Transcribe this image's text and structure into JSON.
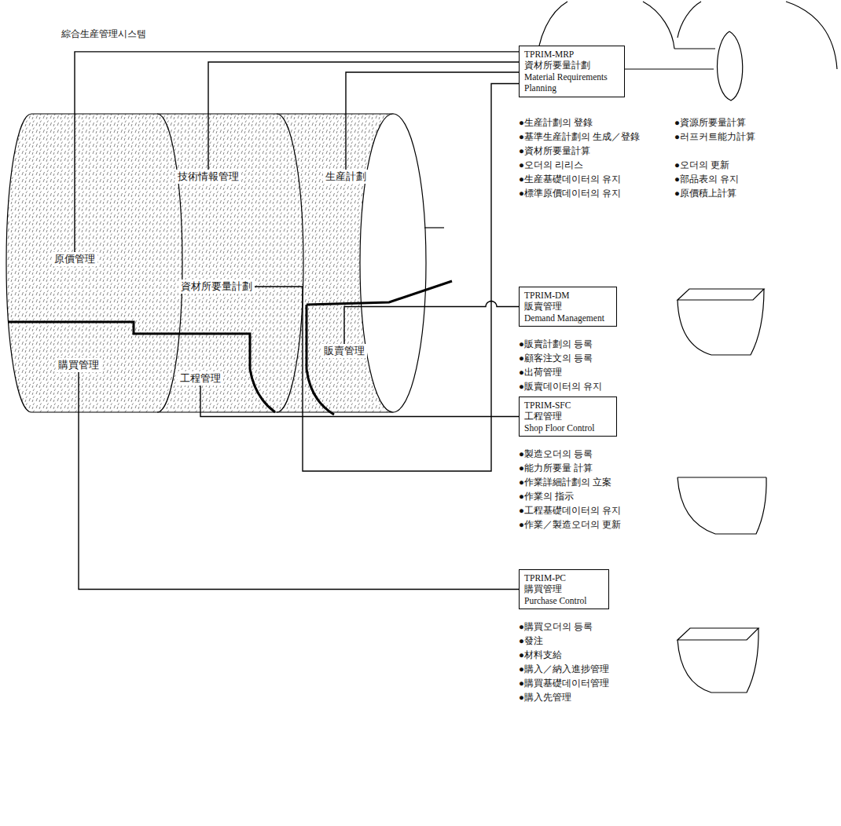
{
  "diagram": {
    "title": "綜合生産管理시스템",
    "nodes": [
      {
        "text": [
          "原價管理"
        ]
      },
      {
        "text": [
          "技術情報管理"
        ]
      },
      {
        "text": [
          "生産計劃"
        ]
      },
      {
        "text": [
          "資材所要量計劃"
        ]
      },
      {
        "text": [
          "販賣管理"
        ]
      },
      {
        "text": [
          "購買管理"
        ]
      },
      {
        "text": [
          "工程管理"
        ]
      },
      {
        "text": [
          "TPRIM-MRP",
          "資材所要量計劃",
          "Material Requirements Planning"
        ]
      },
      {
        "text": [
          "TPRIM-DM",
          "販賣管理",
          "Demand Management"
        ]
      },
      {
        "text": [
          "TPRIM-SFC",
          "工程管理",
          "Shop Floor Control"
        ]
      },
      {
        "text": [
          "TPRIM-PC",
          "購買管理",
          "Purchase Control"
        ]
      }
    ],
    "edges": [
      {
        "from": 0,
        "to": 7,
        "arrow": "none"
      },
      {
        "from": 1,
        "to": 7,
        "arrow": "none"
      },
      {
        "from": 2,
        "to": 7,
        "arrow": "none"
      },
      {
        "from": 3,
        "to": 7,
        "arrow": "none"
      },
      {
        "from": 4,
        "to": 8,
        "arrow": "none"
      },
      {
        "from": 6,
        "to": 9,
        "arrow": "none"
      },
      {
        "from": 5,
        "to": 10,
        "arrow": "none"
      }
    ],
    "labels": [
      "●生産計劃의 登錄",
      "●基準生産計劃의 生成／登錄",
      "●資材所要量計算",
      "●오더의 리리스",
      "●生産基礎데이터의 유지",
      "●標準原價데이터의 유지",
      "●資源所要量計算",
      "●러프커트能力計算",
      "●오더의 更新",
      "●部品表의 유지",
      "●原價積上計算",
      "●販賣計劃의 등록",
      "●顧客注文의 등록",
      "●出荷管理",
      "●販賣데이터의 유지",
      "●製造오더의 등록",
      "●能力所要量 計算",
      "●作業詳細計劃의 立案",
      "●作業의 指示",
      "●工程基礎데이터의 유지",
      "●作業／製造오더의 更新",
      "●購買오더의 등록",
      "●發注",
      "●材料支給",
      "●購入／納入進捗管理",
      "●購買基礎데이터管理",
      "●購入先管理"
    ]
  }
}
